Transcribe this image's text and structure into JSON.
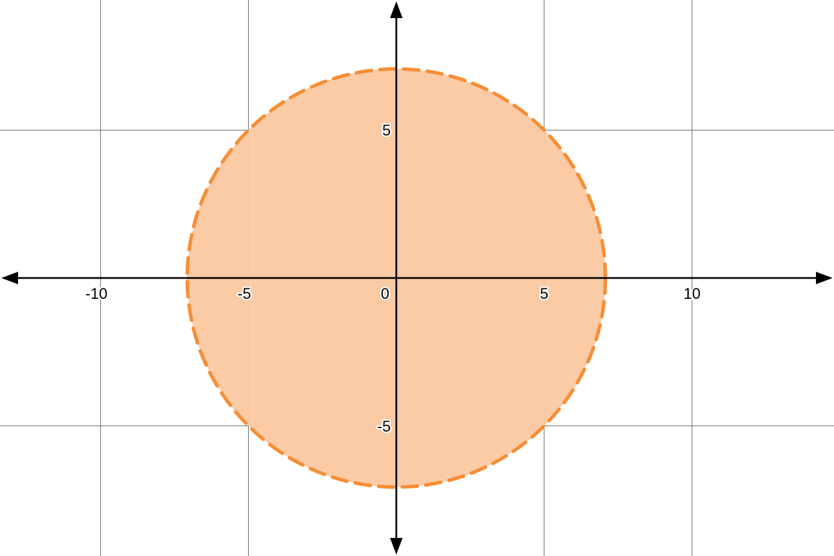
{
  "chart_data": {
    "type": "scatter",
    "title": "",
    "xlabel": "",
    "ylabel": "",
    "xlim": [
      -13.4,
      14.8
    ],
    "ylim": [
      -9.4,
      9.4
    ],
    "grid": true,
    "x_ticks": [
      -10,
      -5,
      0,
      5,
      10
    ],
    "y_ticks": [
      5,
      -5
    ],
    "x_tick_labels": [
      "-10",
      "-5",
      "0",
      "5",
      "10"
    ],
    "y_tick_labels": [
      "5",
      "-5"
    ],
    "shapes": [
      {
        "kind": "circle-region",
        "center": [
          0,
          0
        ],
        "radius": 7.07,
        "boundary": "dashed",
        "fill_color": "#fac8a0",
        "stroke_color": "#f68e36"
      }
    ]
  }
}
